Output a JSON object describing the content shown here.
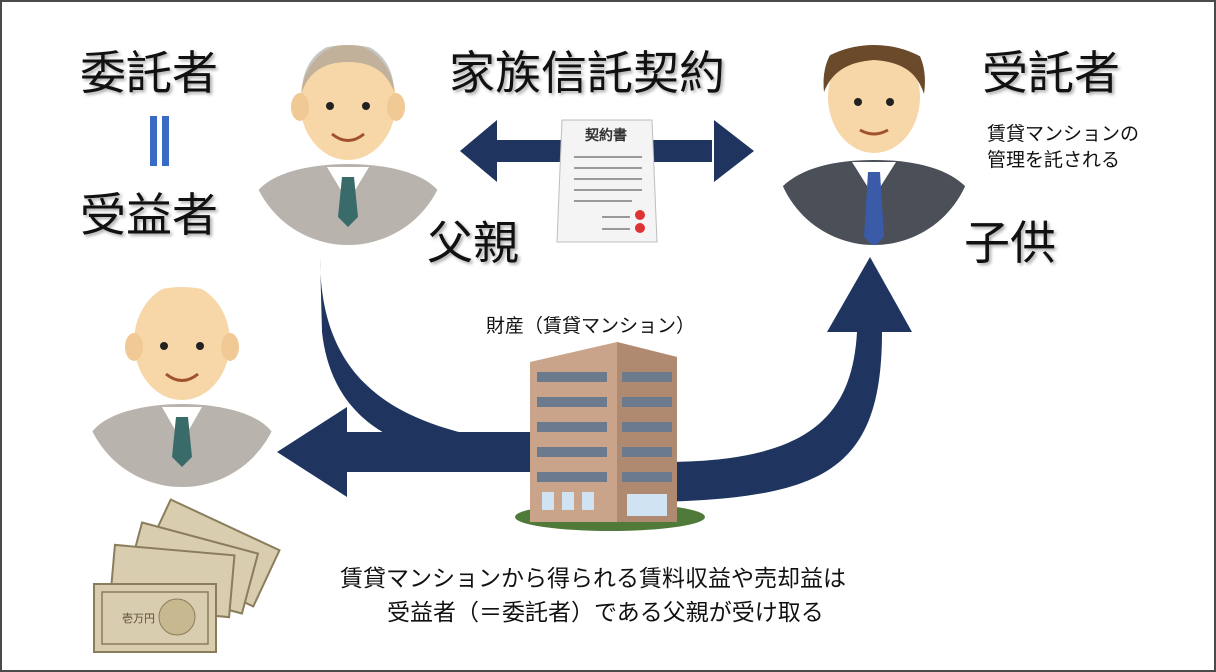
{
  "labels": {
    "settlor": "委託者",
    "equals": "॥",
    "beneficiary": "受益者",
    "contract": "家族信託契約",
    "trustee": "受託者",
    "trustee_note_line1": "賃貸マンションの",
    "trustee_note_line2": "管理を託される",
    "father": "父親",
    "child": "子供",
    "asset": "財産（賃貸マンション）",
    "caption_line1": "賃貸マンションから得られる賃料収益や売却益は",
    "caption_line2": "受益者（＝委託者）である父親が受け取る",
    "document_title": "契約書",
    "banknote_text": "壱万円"
  },
  "colors": {
    "arrow": "#1f3560",
    "equals_bar": "#3a6bc4",
    "suit_gray": "#b8b4ad",
    "suit_dark": "#4b4f57",
    "skin": "#f7d7a8",
    "building": "#c9a48a"
  },
  "icons": [
    "father-figure",
    "child-figure",
    "contract-document-icon",
    "apartment-building-icon",
    "banknote-stack-icon",
    "arrow"
  ]
}
